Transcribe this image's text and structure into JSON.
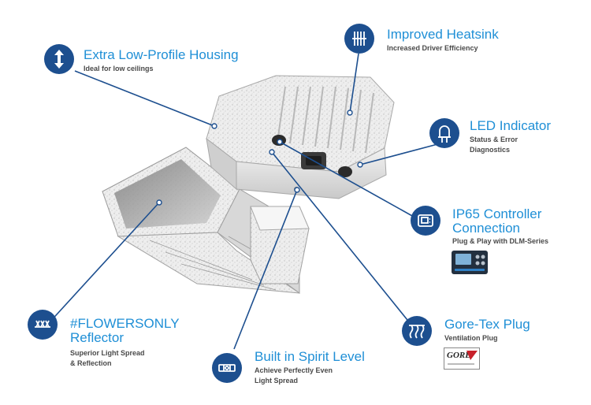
{
  "colors": {
    "title_blue": "#1f8fd6",
    "badge_navy": "#1d4f8f",
    "leader_line": "#1d4f8f",
    "subtitle_gray": "#4a4a4a"
  },
  "features": {
    "housing": {
      "title": "Extra Low-Profile Housing",
      "subtitle": "Ideal for low ceilings",
      "icon": "up-down-arrow-icon"
    },
    "heatsink": {
      "title": "Improved Heatsink",
      "subtitle": "Increased Driver Efficiency",
      "icon": "heatsink-fins-icon"
    },
    "led": {
      "title": "LED Indicator",
      "subtitle_line1": "Status & Error",
      "subtitle_line2": "Diagnostics",
      "icon": "led-bulb-icon"
    },
    "ip65": {
      "title_line1": "IP65 Controller",
      "title_line2": "Connection",
      "subtitle": "Plug & Play with DLM-Series",
      "icon": "controller-screen-icon"
    },
    "gore": {
      "title": "Gore-Tex Plug",
      "subtitle": "Ventilation Plug",
      "icon": "vent-waves-icon",
      "logo_text": "GORE"
    },
    "spirit": {
      "title": "Built in Spirit Level",
      "subtitle_line1": "Achieve Perfectly Even",
      "subtitle_line2": "Light Spread",
      "icon": "spirit-level-icon"
    },
    "reflector": {
      "title_line1": "#FLOWERSONLY",
      "title_line2": "Reflector",
      "subtitle_line1": "Superior Light Spread",
      "subtitle_line2": "& Reflection",
      "icon": "reflector-rays-icon"
    }
  }
}
